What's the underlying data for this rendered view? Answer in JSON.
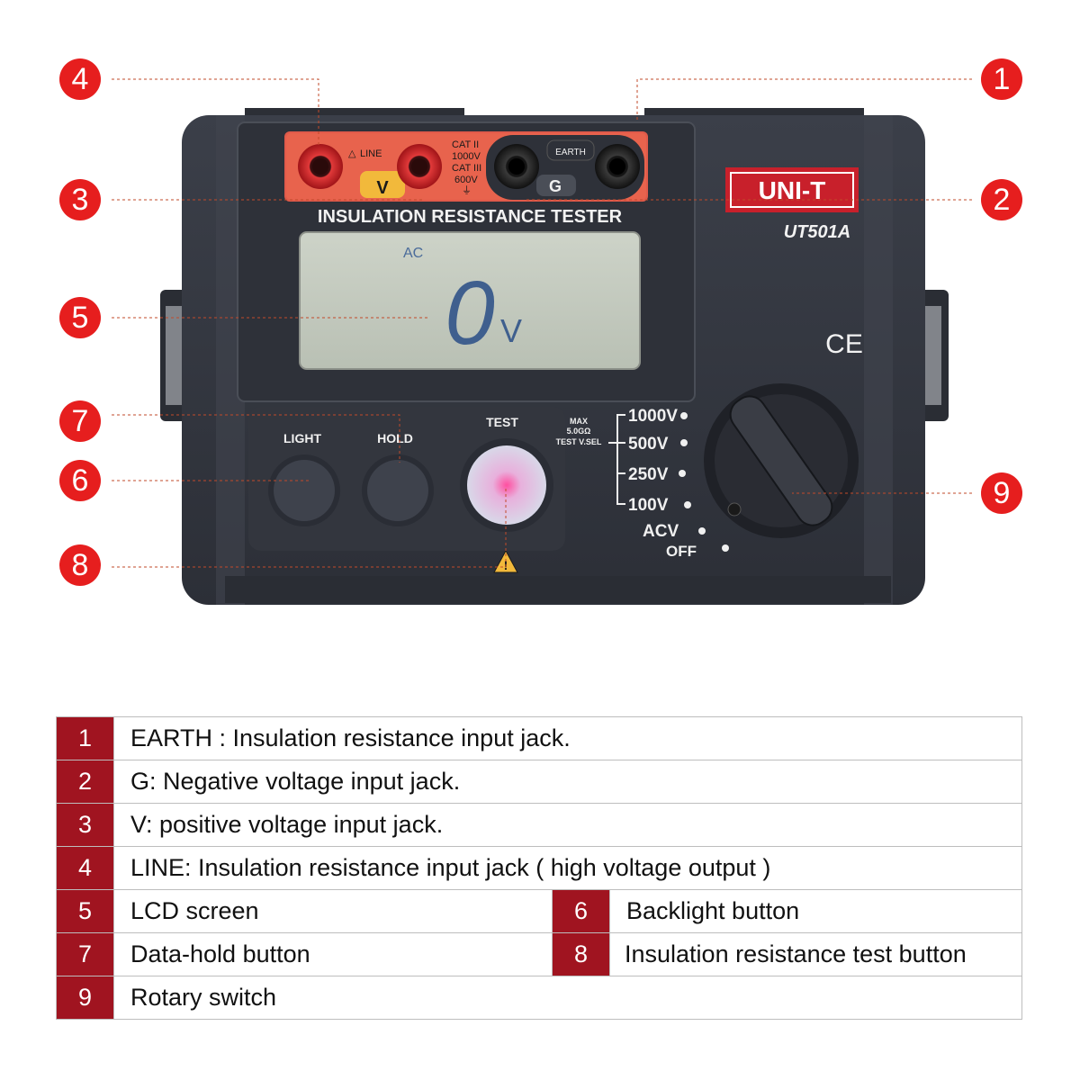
{
  "device": {
    "brand": "UNI-T",
    "model": "UT501A",
    "title": "INSULATION RESISTANCE TESTER",
    "ce_mark": "CE",
    "lcd": {
      "indicator": "AC",
      "reading": "0",
      "unit": "V"
    },
    "jacks": {
      "line_label": "LINE",
      "v_label": "V",
      "cat_lines": [
        "CAT II",
        "1000V",
        "CAT III",
        "600V"
      ],
      "earth_label": "EARTH",
      "g_label": "G"
    },
    "buttons": {
      "light": "LIGHT",
      "hold": "HOLD",
      "test": "TEST"
    },
    "selector": {
      "max_lines": [
        "MAX",
        "5.0GΩ",
        "TEST V.SEL"
      ],
      "positions": [
        "1000V",
        "500V",
        "250V",
        "100V",
        "ACV",
        "OFF"
      ]
    }
  },
  "callouts": [
    "1",
    "2",
    "3",
    "4",
    "5",
    "6",
    "7",
    "8",
    "9"
  ],
  "legend": [
    {
      "num": "1",
      "text": "EARTH : Insulation resistance input jack."
    },
    {
      "num": "2",
      "text": "G: Negative voltage input jack."
    },
    {
      "num": "3",
      "text": "V: positive voltage input jack."
    },
    {
      "num": "4",
      "text": "LINE: Insulation resistance input jack ( high voltage output )"
    },
    {
      "num": "5",
      "text": "LCD screen"
    },
    {
      "num": "6",
      "text": "Backlight button"
    },
    {
      "num": "7",
      "text": "Data-hold button"
    },
    {
      "num": "8",
      "text": "Insulation resistance test button"
    },
    {
      "num": "9",
      "text": "Rotary switch"
    }
  ],
  "colors": {
    "callout": "#e61e1e",
    "legend_number_bg": "#a01420",
    "body": "#33363f",
    "lcd": "#c5ccc0",
    "brand_red": "#c8202b"
  }
}
